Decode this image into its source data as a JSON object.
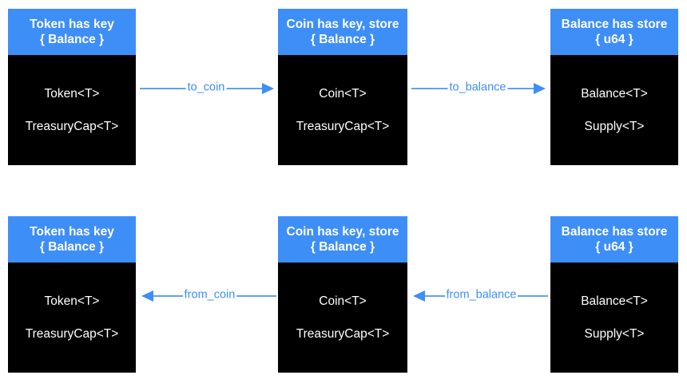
{
  "colors": {
    "header_bg": "#3e8ef7",
    "body_bg": "#000000",
    "header_text": "#ffffff",
    "body_text": "#ffffff",
    "arrow_line": "#61a0f6",
    "arrow_head": "#3e8ef7",
    "arrow_label_text": "#3e8ef7",
    "canvas_bg": "#ffffff"
  },
  "rows": [
    {
      "boxes": [
        {
          "title_line1": "Token has key",
          "title_line2": "{ Balance }",
          "items": [
            "Token<T>",
            "TreasuryCap<T>"
          ]
        },
        {
          "title_line1": "Coin has key, store",
          "title_line2": "{ Balance }",
          "items": [
            "Coin<T>",
            "TreasuryCap<T>"
          ]
        },
        {
          "title_line1": "Balance has store",
          "title_line2": "{ u64 }",
          "items": [
            "Balance<T>",
            "Supply<T>"
          ]
        }
      ],
      "arrows": [
        {
          "label": "to_coin",
          "direction": "right"
        },
        {
          "label": "to_balance",
          "direction": "right"
        }
      ]
    },
    {
      "boxes": [
        {
          "title_line1": "Token has key",
          "title_line2": "{ Balance }",
          "items": [
            "Token<T>",
            "TreasuryCap<T>"
          ]
        },
        {
          "title_line1": "Coin has key, store",
          "title_line2": "{ Balance }",
          "items": [
            "Coin<T>",
            "TreasuryCap<T>"
          ]
        },
        {
          "title_line1": "Balance has store",
          "title_line2": "{ u64 }",
          "items": [
            "Balance<T>",
            "Supply<T>"
          ]
        }
      ],
      "arrows": [
        {
          "label": "from_coin",
          "direction": "left"
        },
        {
          "label": "from_balance",
          "direction": "left"
        }
      ]
    }
  ]
}
